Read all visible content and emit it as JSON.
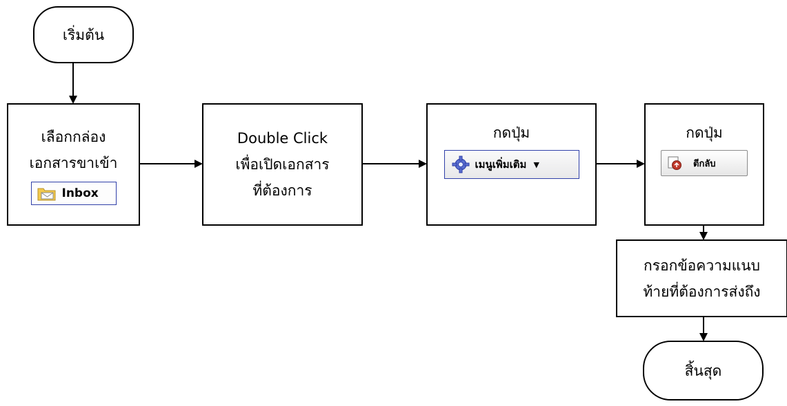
{
  "start": {
    "label": "เริ่มต้น"
  },
  "step1": {
    "lines": [
      "เลือกกล่อง",
      "เอกสารขาเข้า"
    ],
    "button_label": "Inbox",
    "button_icon": "folder-mail-icon"
  },
  "step2": {
    "lines": [
      "Double Click",
      "เพื่อเปิดเอกสาร",
      "ที่ต้องการ"
    ]
  },
  "step3": {
    "lines": [
      "กดปุ่ม"
    ],
    "button_label": "เมนูเพิ่มเติม",
    "button_icon": "gear-icon",
    "button_caret": "▼"
  },
  "step4": {
    "lines": [
      "กดปุ่ม"
    ],
    "button_label": "ตีกลับ",
    "button_icon": "return-document-icon"
  },
  "step5": {
    "lines": [
      "กรอกข้อความแนบ",
      "ท้ายที่ต้องการส่งถึง"
    ]
  },
  "end": {
    "label": "สิ้นสุด"
  },
  "colors": {
    "stroke": "#000000",
    "button_border_blue": "#2f3fa8",
    "gear_blue": "#5b6fd0",
    "folder_yellow": "#f2c94c",
    "return_red": "#c0392b"
  }
}
